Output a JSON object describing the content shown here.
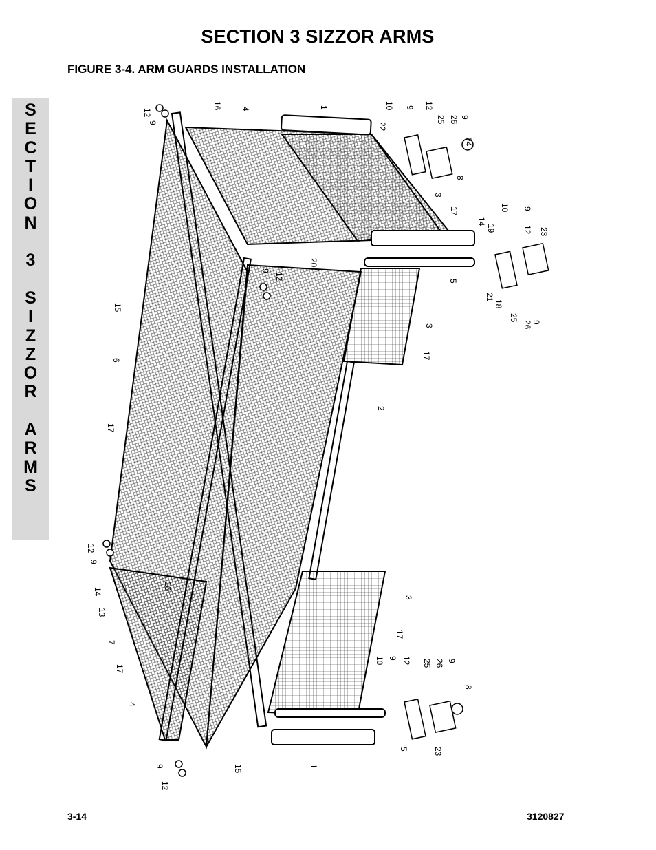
{
  "header": {
    "section_title": "SECTION 3  SIZZOR ARMS",
    "figure_title": "FIGURE 3-4.    ARM GUARDS INSTALLATION"
  },
  "side_tab": {
    "text": "SECTION 3 SIZZOR ARMS"
  },
  "diagram": {
    "callouts": [
      "12",
      "9",
      "16",
      "4",
      "1",
      "10",
      "9",
      "12",
      "22",
      "25",
      "26",
      "9",
      "24",
      "8",
      "3",
      "17",
      "14",
      "19",
      "10",
      "9",
      "12",
      "23",
      "5",
      "21",
      "18",
      "25",
      "26",
      "9",
      "20",
      "9",
      "12",
      "15",
      "3",
      "17",
      "6",
      "2",
      "17",
      "12",
      "9",
      "14",
      "13",
      "16",
      "7",
      "17",
      "3",
      "17",
      "10",
      "9",
      "12",
      "25",
      "26",
      "9",
      "8",
      "4",
      "5",
      "23",
      "15",
      "1",
      "9",
      "12"
    ]
  },
  "footer": {
    "page_number": "3-14",
    "doc_number": "3120827"
  }
}
